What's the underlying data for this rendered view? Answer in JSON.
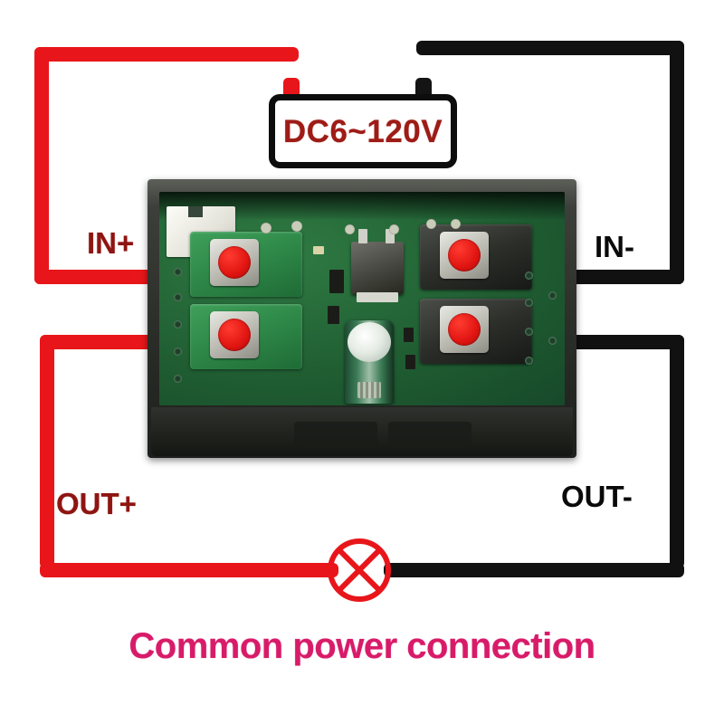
{
  "diagram": {
    "caption": "Common power connection",
    "power_source": {
      "label": "DC6~120V",
      "positive_terminal_color": "#e8161a",
      "negative_terminal_color": "#141414"
    },
    "terminals": [
      {
        "id": "in-plus",
        "label": "IN+",
        "wire_color": "#e8161a",
        "color_name": "red"
      },
      {
        "id": "in-minus",
        "label": "IN-",
        "wire_color": "#111111",
        "color_name": "black"
      },
      {
        "id": "out-plus",
        "label": "OUT+",
        "wire_color": "#e8161a",
        "color_name": "red"
      },
      {
        "id": "out-minus",
        "label": "OUT-",
        "wire_color": "#111111",
        "color_name": "black"
      }
    ],
    "load": {
      "symbol": "lamp",
      "symbol_description": "circle with diagonal cross",
      "color": "#e8161a"
    },
    "module": {
      "description": "DC voltmeter ammeter panel meter module",
      "pcb_color": "#1f5c31",
      "case_color": "#2b2d29",
      "screw_head_color": "#e01411",
      "input_terminal_block_color": "#2f8a49",
      "output_terminal_block_color": "#2c2e2a"
    },
    "colors": {
      "red_wire": "#e8161a",
      "black_wire": "#111111",
      "label_red": "#8e1512",
      "label_black": "#0a0a0a",
      "caption_magenta": "#d81b69",
      "source_text_red": "#9e1b16",
      "background": "#ffffff"
    }
  }
}
